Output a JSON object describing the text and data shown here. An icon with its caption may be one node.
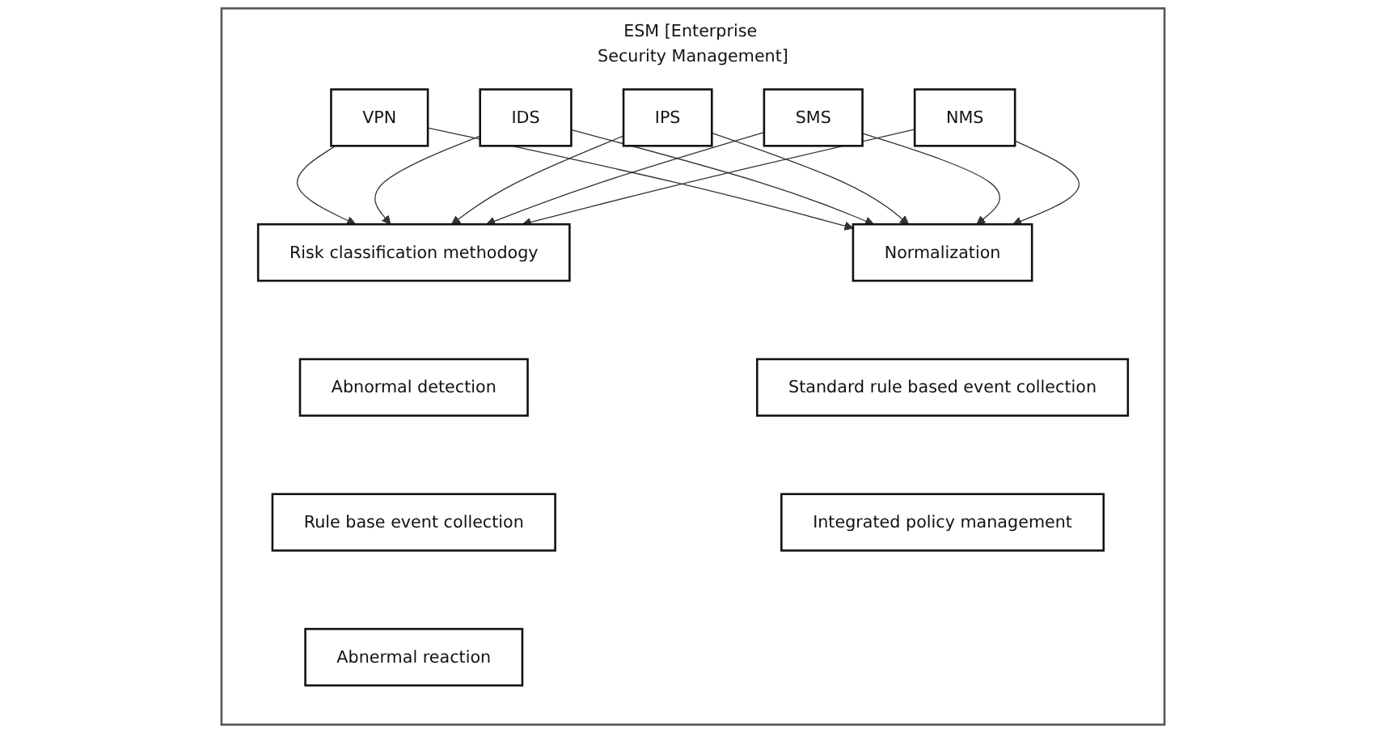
{
  "diagram": {
    "nodes": [
      {
        "text": [
          "ESM [Enterprise Security Management]"
        ]
      },
      {
        "text": [
          "VPN"
        ],
        "in": 0
      },
      {
        "text": [
          "IDS"
        ],
        "in": 0
      },
      {
        "text": [
          "IPS"
        ],
        "in": 0
      },
      {
        "text": [
          "SMS"
        ],
        "in": 0
      },
      {
        "text": [
          "NMS"
        ],
        "in": 0
      },
      {
        "text": [
          "Risk classification methodogy"
        ],
        "in": 0
      },
      {
        "text": [
          "Abnormal detection"
        ],
        "in": 0
      },
      {
        "text": [
          "Rule base event collection"
        ],
        "in": 0
      },
      {
        "text": [
          "Abnermal reaction"
        ],
        "in": 0
      },
      {
        "text": [
          "Normalization"
        ],
        "in": 0
      },
      {
        "text": [
          "Standard rule based event collection"
        ],
        "in": 0
      },
      {
        "text": [
          "Integrated policy management"
        ],
        "in": 0
      }
    ],
    "edges": [
      {
        "from": 1,
        "to": 6,
        "arrow": "to"
      },
      {
        "from": 2,
        "to": 6,
        "arrow": "to"
      },
      {
        "from": 3,
        "to": 6,
        "arrow": "to"
      },
      {
        "from": 4,
        "to": 6,
        "arrow": "to"
      },
      {
        "from": 5,
        "to": 6,
        "arrow": "to"
      },
      {
        "from": 1,
        "to": 10,
        "arrow": "to"
      },
      {
        "from": 2,
        "to": 10,
        "arrow": "to"
      },
      {
        "from": 3,
        "to": 10,
        "arrow": "to"
      },
      {
        "from": 4,
        "to": 10,
        "arrow": "to"
      },
      {
        "from": 5,
        "to": 10,
        "arrow": "to"
      }
    ]
  }
}
